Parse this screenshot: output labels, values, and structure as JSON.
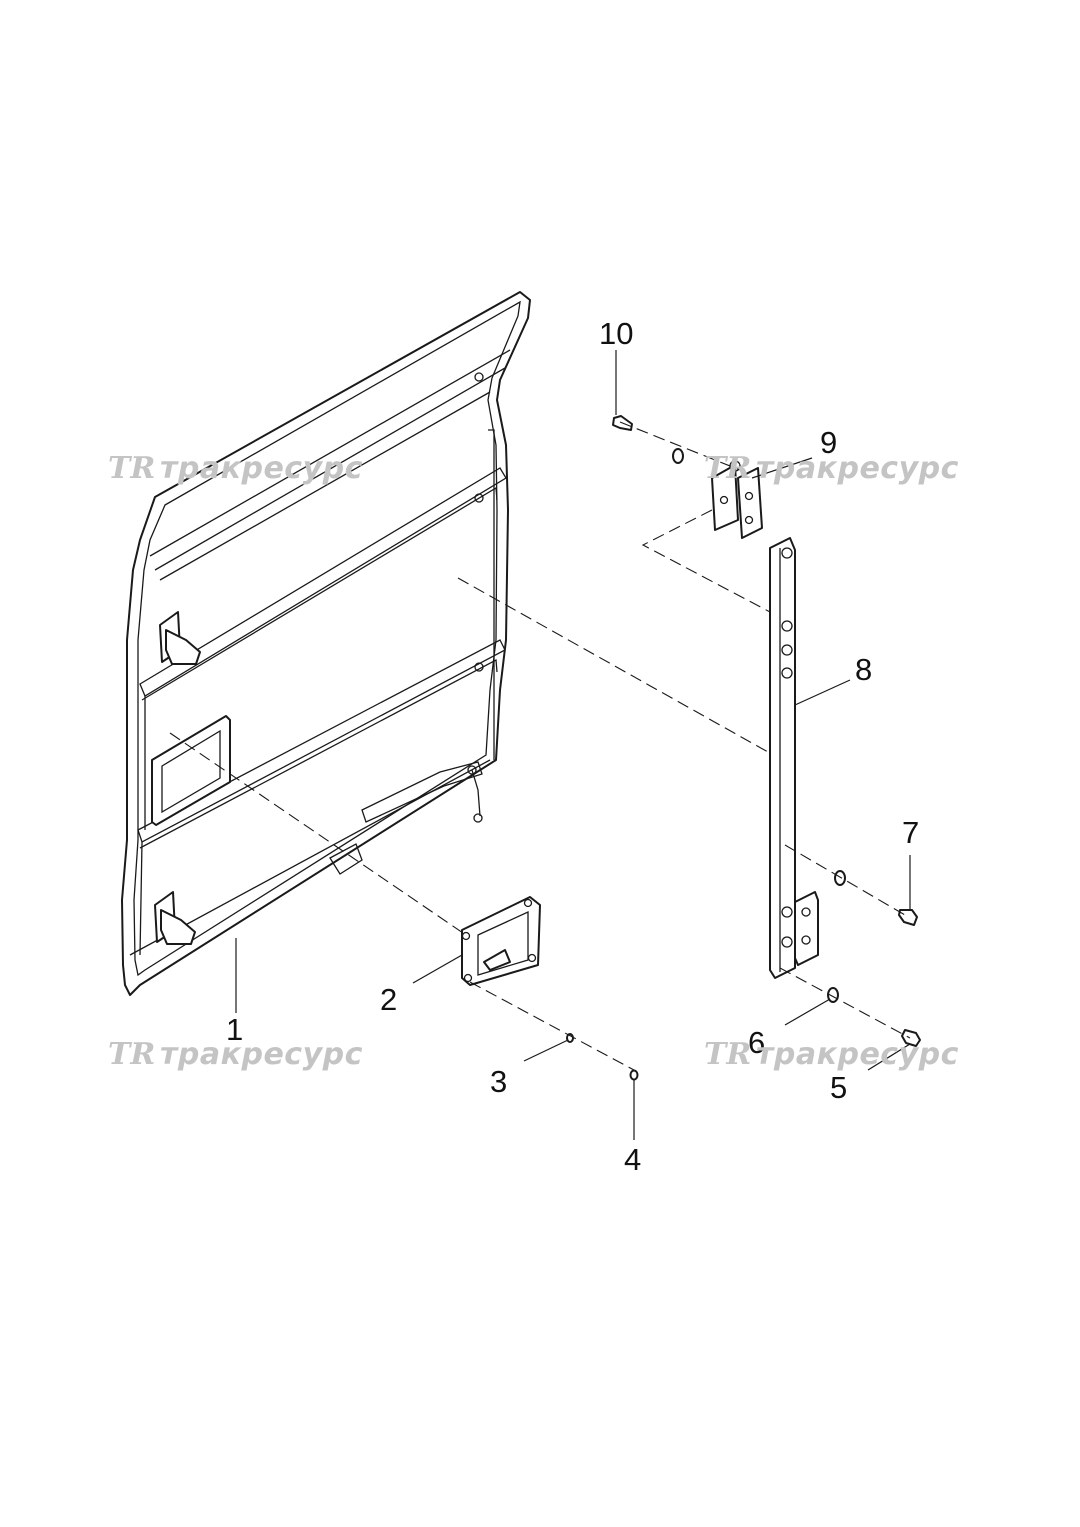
{
  "callouts": {
    "c1": "1",
    "c2": "2",
    "c3": "3",
    "c4": "4",
    "c5": "5",
    "c6": "6",
    "c7": "7",
    "c8": "8",
    "c9": "9",
    "c10": "10"
  },
  "watermark": {
    "logo": "TR",
    "text": "тракресурс",
    "color": "#c4c4c4"
  }
}
